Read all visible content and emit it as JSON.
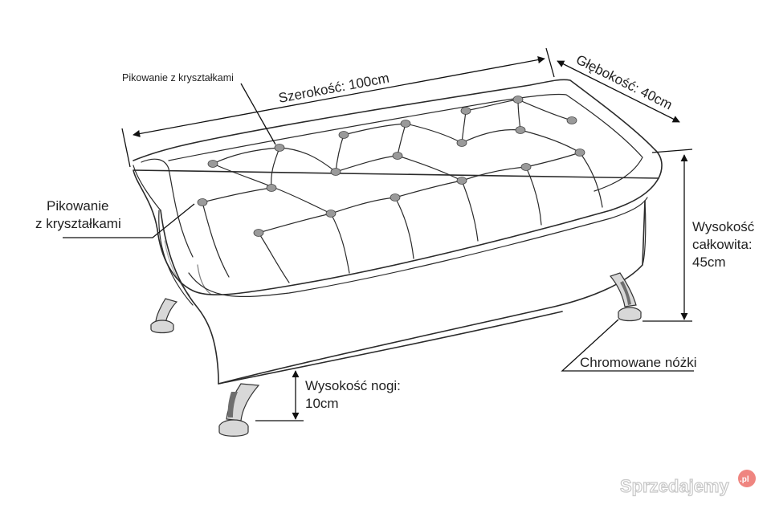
{
  "labels": {
    "top_tufting": "Pikowanie z kryształkami",
    "left_tufting_line1": "Pikowanie",
    "left_tufting_line2": "z kryształkami",
    "width": "Szerokość: 100cm",
    "depth": "Głębokość: 40cm",
    "total_height_line1": "Wysokość",
    "total_height_line2": "całkowita:",
    "total_height_line3": "45cm",
    "legs": "Chromowane nóżki",
    "leg_height_line1": "Wysokość nogi:",
    "leg_height_line2": "10cm"
  },
  "watermark": {
    "brand": "Sprzedajemy",
    "tld": ".pl",
    "badge_color": "#e2231a"
  },
  "colors": {
    "line": "#2a2a2a",
    "text": "#222222",
    "background": "#ffffff"
  }
}
